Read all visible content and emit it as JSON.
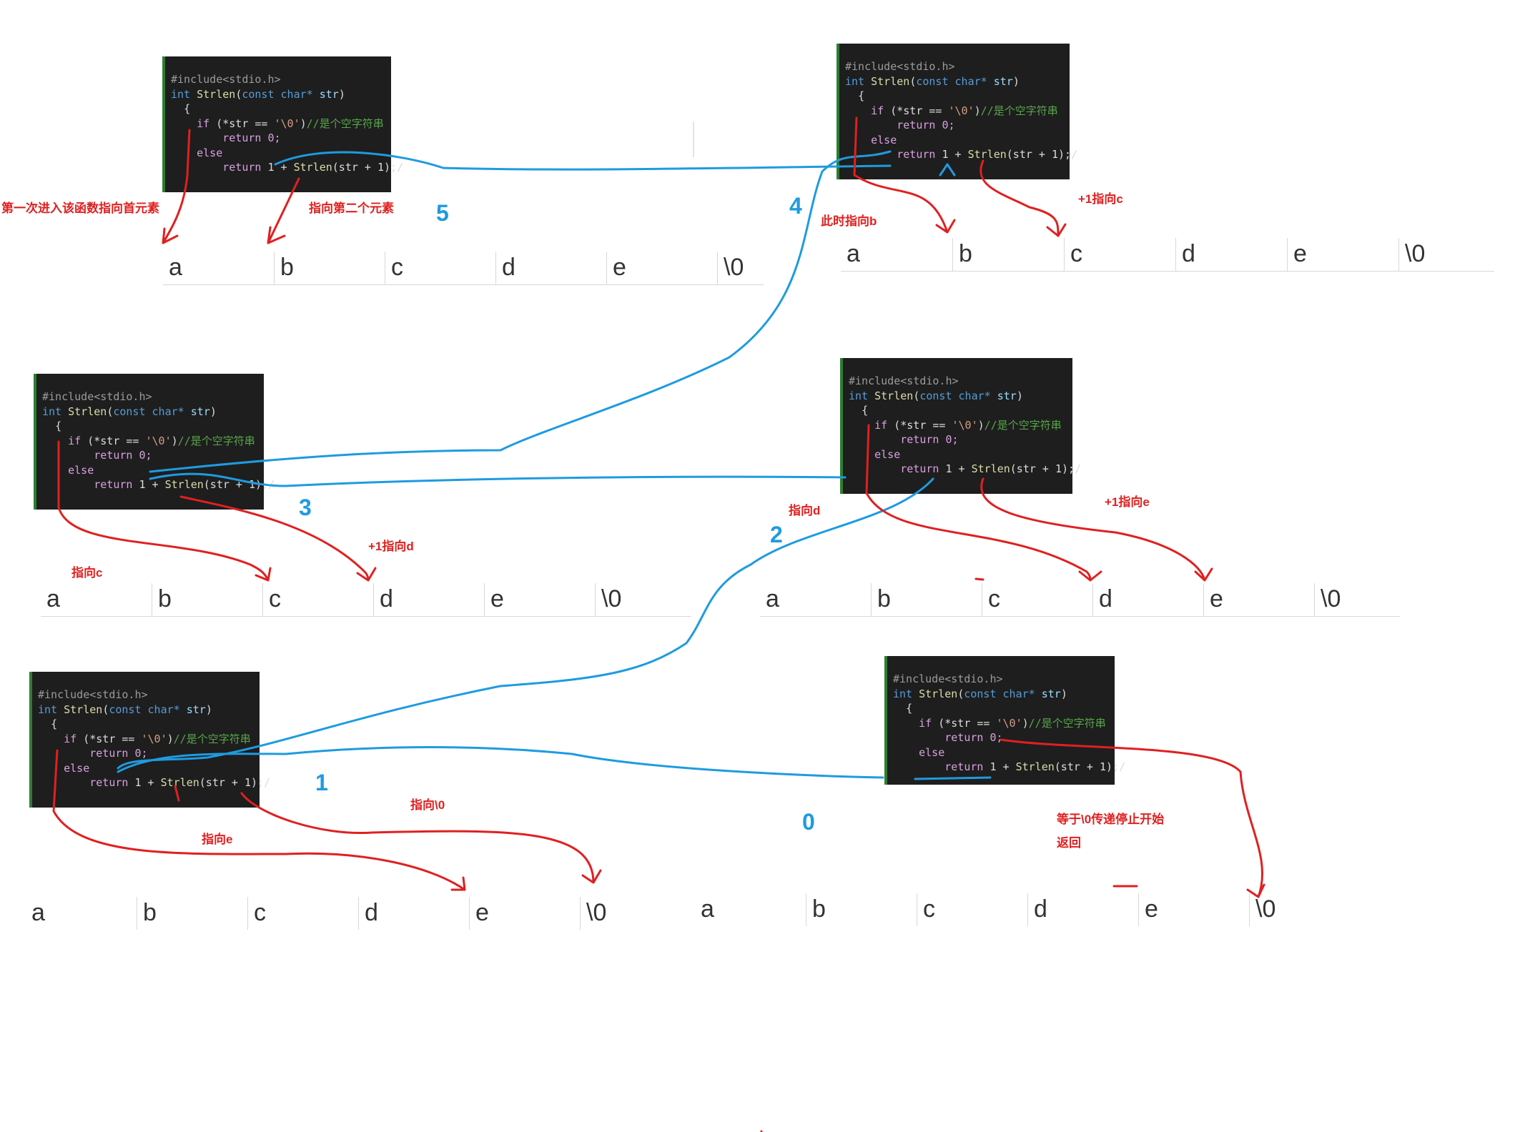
{
  "code": {
    "include": "#include<stdio.h>",
    "sig_kw": "int",
    "sig_fn": "Strlen",
    "sig_const": "const",
    "sig_char": "char*",
    "sig_param": "str",
    "brace": "{",
    "if_kw": "if",
    "if_cond": "(*str == ",
    "if_lit": "'\\0'",
    "if_close": ")",
    "if_comment": "//是个空字符串",
    "ret0": "return 0;",
    "else_kw": "else",
    "ret_kw": "return",
    "ret_expr": " 1 + ",
    "ret_fn": "Strlen",
    "ret_args": "(str + 1);/"
  },
  "array_cells": [
    "a",
    "b",
    "c",
    "d",
    "e",
    "\\0"
  ],
  "notes": {
    "first_enter": "第一次进入该函数指向首元素",
    "point_second": "指向第二个元素",
    "now_b": "此时指向b",
    "plus1_c": "+1指向c",
    "point_c": "指向c",
    "plus1_d": "+1指向d",
    "point_d": "指向d",
    "plus1_e": "+1指向e",
    "point_e": "指向e",
    "point_nul": "指向\\0",
    "stop_line1": "等于\\0传递停止开始",
    "stop_line2": "返回"
  },
  "step_numbers": [
    "5",
    "4",
    "3",
    "2",
    "1",
    "0"
  ],
  "colors": {
    "annotation_red": "#e02020",
    "flow_blue": "#1e9be0",
    "editor_bg": "#1e1e1e"
  }
}
